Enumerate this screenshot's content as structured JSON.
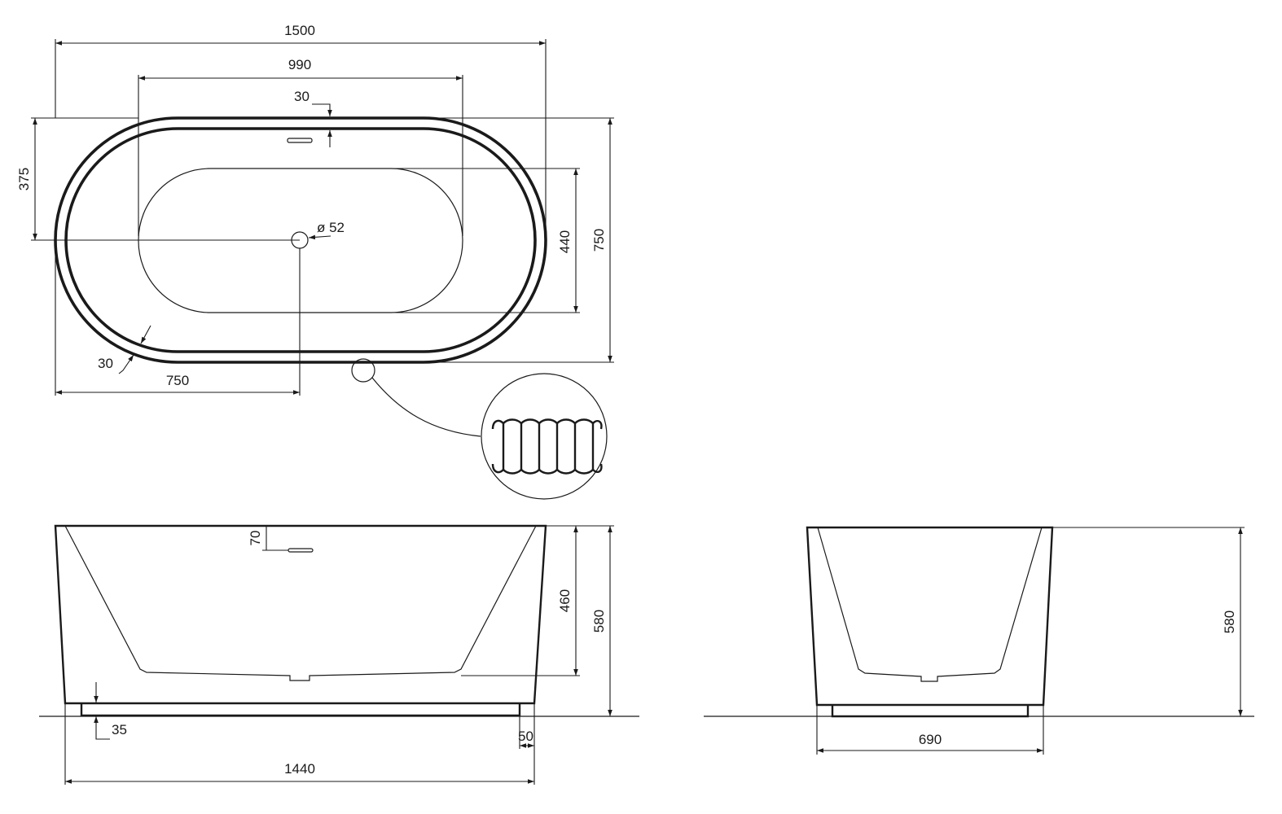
{
  "drawing": {
    "top_view": {
      "overall_length": "1500",
      "inner_length": "990",
      "rim_top": "30",
      "rim_side": "30",
      "half_width_offset": "375",
      "inner_width": "440",
      "overall_width": "750",
      "drain_diameter": "ø 52",
      "drain_offset": "750"
    },
    "front_view": {
      "overflow_depth": "70",
      "inner_depth": "460",
      "overall_height": "580",
      "plinth_height": "35",
      "plinth_inset": "50",
      "base_length": "1440"
    },
    "side_view": {
      "overall_height": "580",
      "base_width": "690"
    }
  }
}
